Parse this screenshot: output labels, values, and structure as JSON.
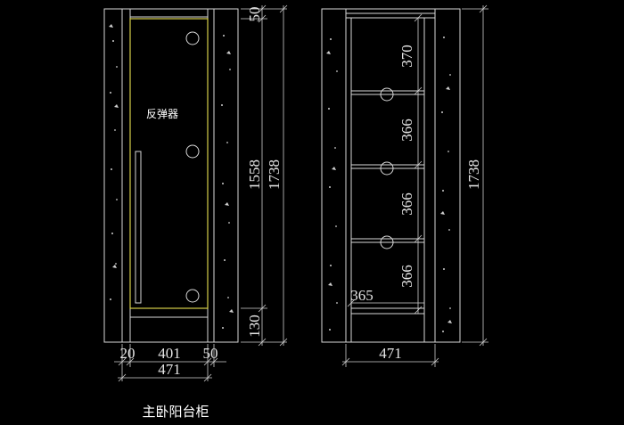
{
  "title": "主卧阳台柜",
  "front_view": {
    "panel_label": "反弹器",
    "dims": {
      "left_wall": "20",
      "door_width": "401",
      "right_wall": "50",
      "total_width": "471",
      "top": "50",
      "door_height": "1558",
      "bottom": "130",
      "total_height": "1738"
    }
  },
  "side_view": {
    "dims": {
      "shelf_1": "370",
      "shelf_2": "366",
      "shelf_3": "366",
      "shelf_4": "366",
      "inner_width": "365",
      "total_width": "471",
      "total_height": "1738"
    }
  },
  "colors": {
    "background": "#000000",
    "lines": "#d8d8d8",
    "door_outline": "#d6cf4a"
  }
}
